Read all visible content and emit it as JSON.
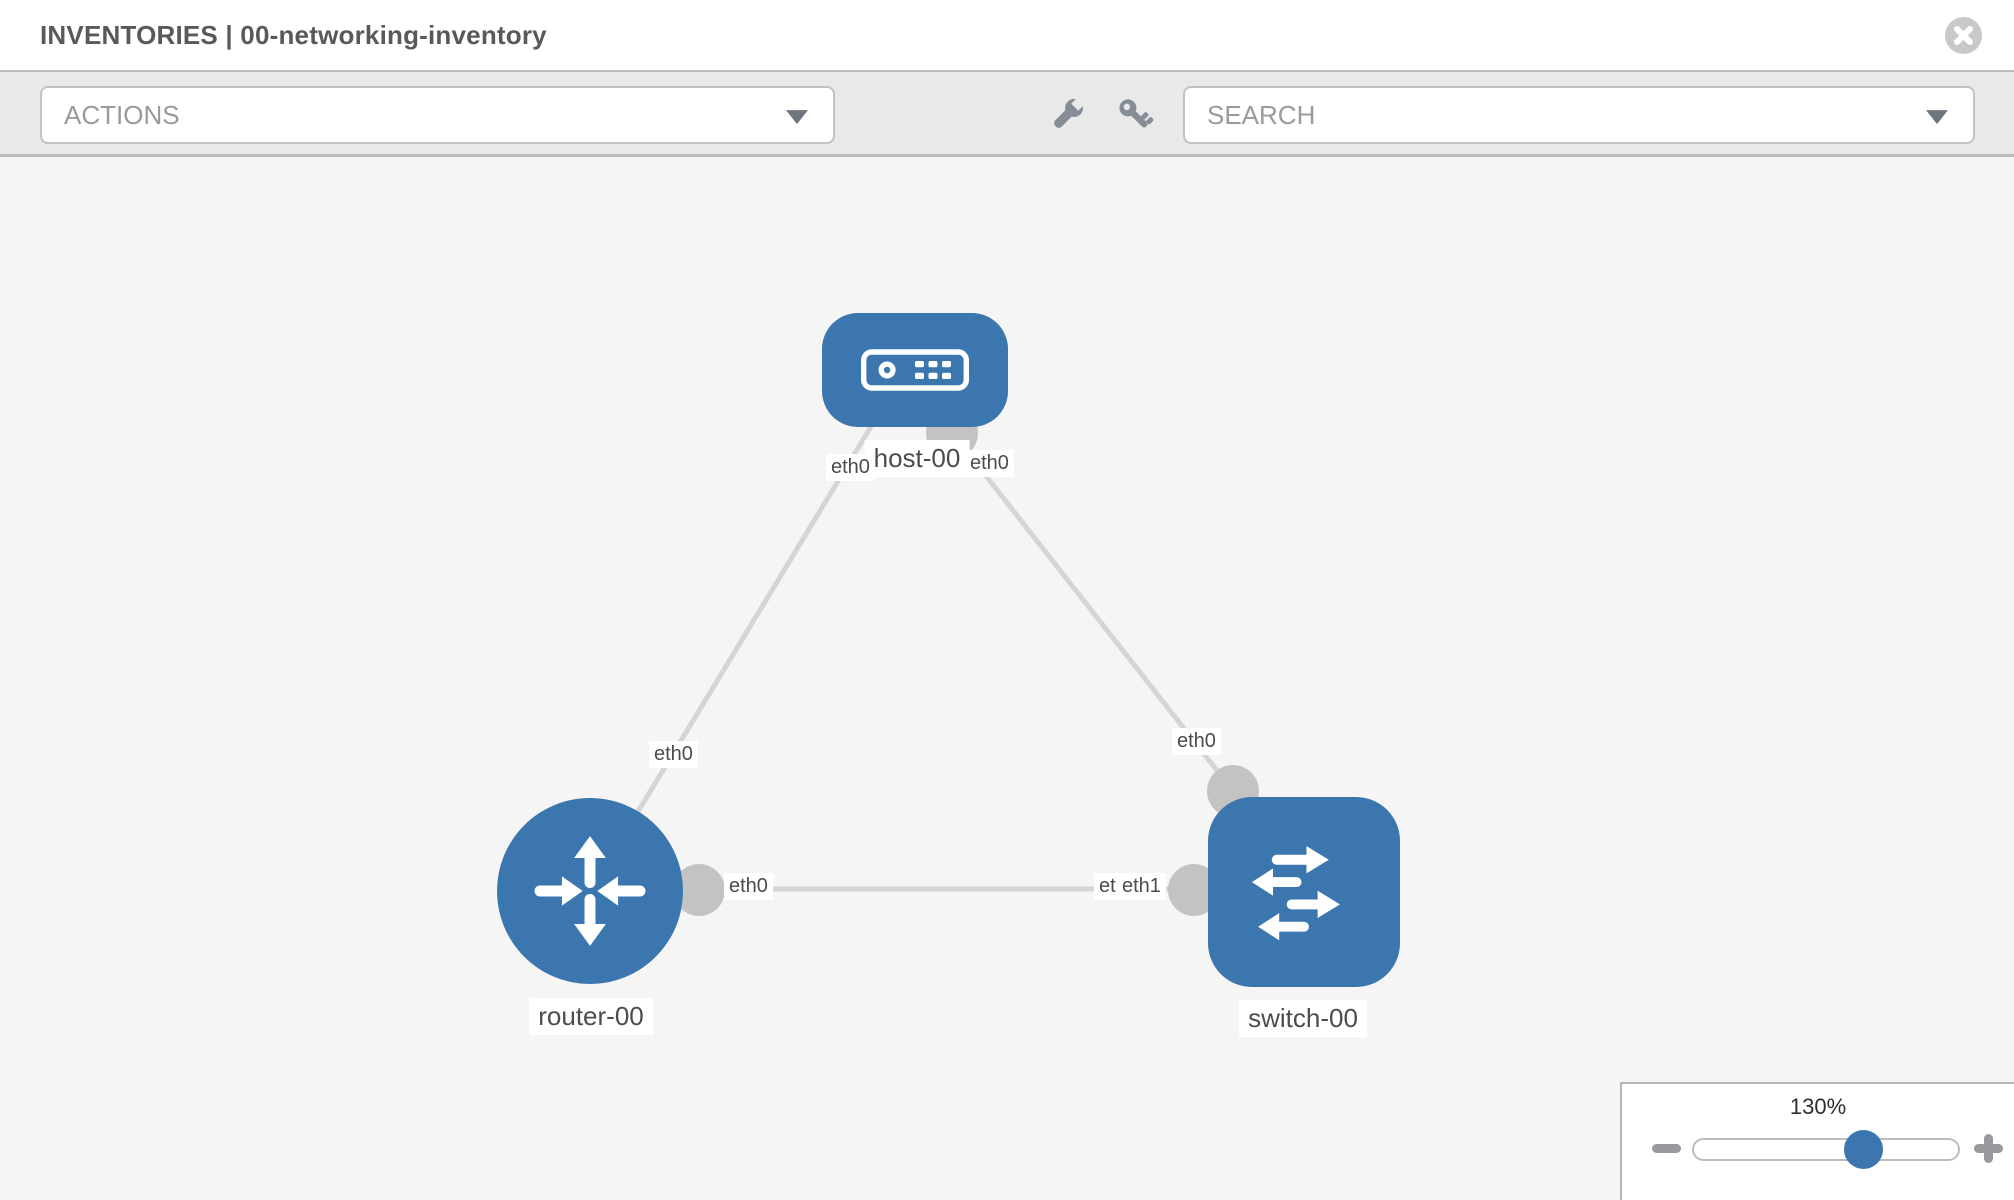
{
  "header": {
    "title": "INVENTORIES | 00-networking-inventory"
  },
  "toolbar": {
    "actions_placeholder": "ACTIONS",
    "search_placeholder": "SEARCH",
    "icons": [
      "wrench-icon",
      "key-icon"
    ]
  },
  "diagram": {
    "nodes": [
      {
        "id": "host-00",
        "label": "host-00",
        "type": "host"
      },
      {
        "id": "router-00",
        "label": "router-00",
        "type": "router"
      },
      {
        "id": "switch-00",
        "label": "switch-00",
        "type": "switch"
      }
    ],
    "interface_labels": [
      {
        "text": "eth0",
        "at": "host-00 left"
      },
      {
        "text": "eth0",
        "at": "host-00 right"
      },
      {
        "text": "eth0",
        "at": "link host-00 to router-00, router end"
      },
      {
        "text": "eth0",
        "at": "router-00 right port"
      },
      {
        "text": "eth0",
        "at": "switch-00 top port"
      },
      {
        "text": "eth0",
        "at": "switch-00 left port, behind"
      },
      {
        "text": "eth1",
        "at": "switch-00 left port, front"
      }
    ],
    "links": [
      {
        "from": "host-00",
        "to": "router-00"
      },
      {
        "from": "host-00",
        "to": "switch-00"
      },
      {
        "from": "router-00",
        "to": "switch-00"
      }
    ]
  },
  "zoom_control": {
    "value": "130%"
  },
  "colors": {
    "node_blue": "#3b76af",
    "link_gray": "#d5d5d5",
    "port_gray": "#c3c3c3",
    "toolbar_gray": "#e9e9e9",
    "canvas_gray": "#f5f5f5"
  }
}
